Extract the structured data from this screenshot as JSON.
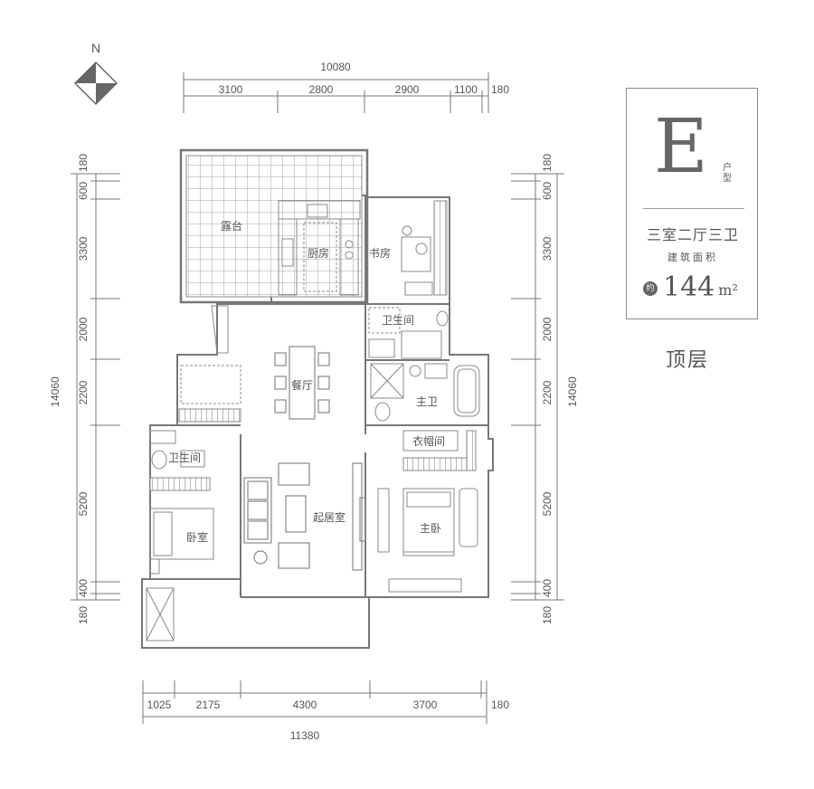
{
  "compass": {
    "north_label": "N"
  },
  "dims": {
    "top_total": "10080",
    "top": [
      "3100",
      "2800",
      "2900",
      "1100",
      "180"
    ],
    "bottom": [
      "1025",
      "2175",
      "4300",
      "3700",
      "180"
    ],
    "bottom_total": "11380",
    "left": [
      "180",
      "600",
      "3300",
      "2000",
      "2200",
      "5200",
      "400",
      "180"
    ],
    "left_total": "14060",
    "right": [
      "180",
      "600",
      "3300",
      "2000",
      "2200",
      "5200",
      "400",
      "180"
    ],
    "right_total": "14060"
  },
  "rooms": {
    "terrace": "露台",
    "kitchen": "厨房",
    "study": "书房",
    "bath_upper": "卫生间",
    "dining": "餐厅",
    "master_bath": "主卫",
    "closet": "衣帽间",
    "bath_left": "卫生间",
    "living": "起居室",
    "bedroom": "卧室",
    "master_bedroom": "主卧"
  },
  "info": {
    "type_letter": "E",
    "type_label": "户型",
    "rooms": "三室二厅三卫",
    "area_label": "建筑面积",
    "about": "约",
    "area": "144",
    "unit": "m²"
  },
  "level": "顶层"
}
